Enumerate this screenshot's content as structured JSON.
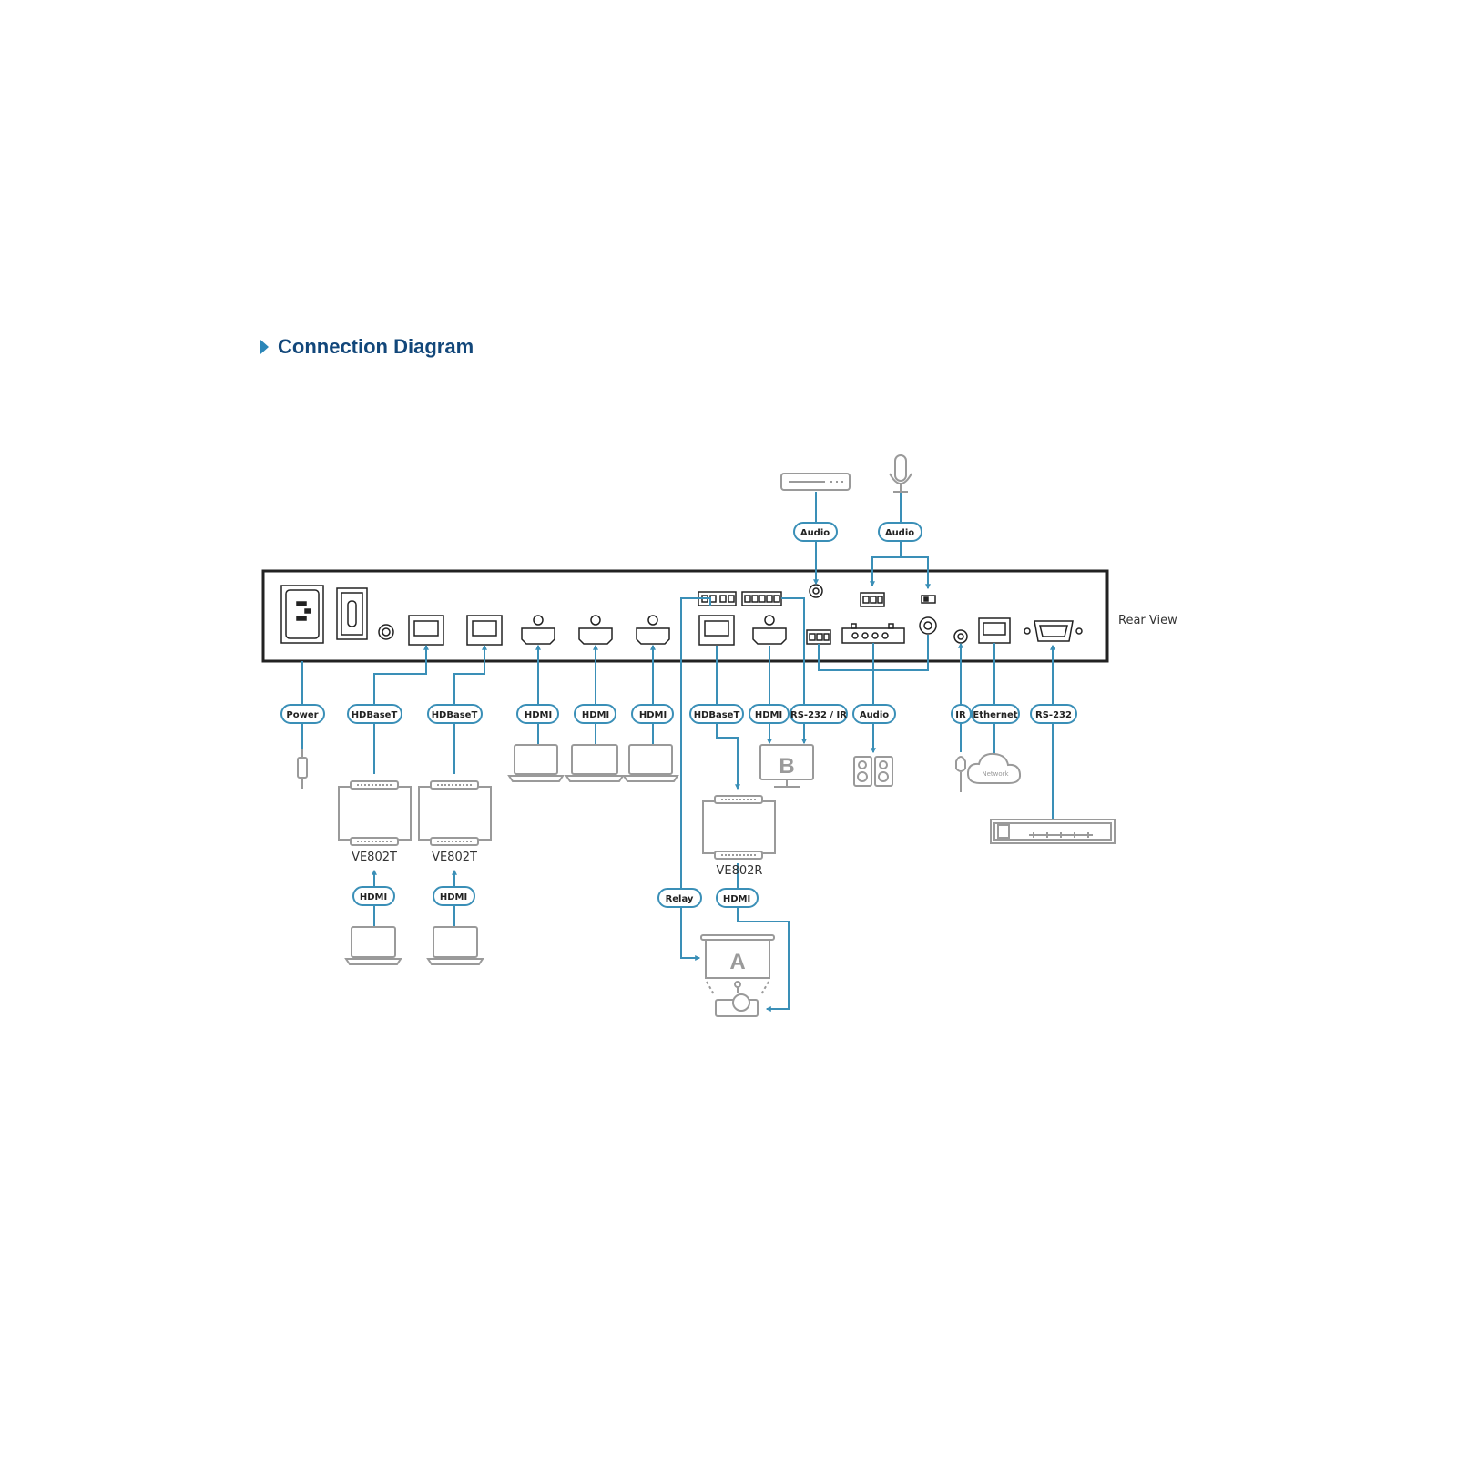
{
  "page": {
    "title": "Connection Diagram",
    "rear_view_label": "Rear View"
  },
  "colors": {
    "accent": "#3a8fb7",
    "title": "#12477a",
    "device_outline": "#9a9a9a",
    "panel_outline": "#222222"
  },
  "labels": {
    "power": "Power",
    "hdbaset_1": "HDBaseT",
    "hdbaset_2": "HDBaseT",
    "hdmi_in_1": "HDMI",
    "hdmi_in_2": "HDMI",
    "hdmi_in_3": "HDMI",
    "hdbaset_out": "HDBaseT",
    "hdmi_out": "HDMI",
    "rs232_ir": "RS-232 / IR",
    "audio_out": "Audio",
    "ir": "IR",
    "ethernet": "Ethernet",
    "rs232": "RS-232",
    "audio_top_1": "Audio",
    "audio_top_2": "Audio",
    "tx_hdmi_1": "HDMI",
    "tx_hdmi_2": "HDMI",
    "relay": "Relay",
    "rx_hdmi": "HDMI"
  },
  "devices": {
    "transmitter_1": "VE802T",
    "transmitter_2": "VE802T",
    "receiver": "VE802R",
    "display_b": "B",
    "display_a": "A",
    "network": "Network"
  },
  "icons": [
    "power-cord-icon",
    "laptop-icon",
    "monitor-icon",
    "speakers-icon",
    "ir-sensor-icon",
    "cloud-icon",
    "control-system-icon",
    "microphone-icon",
    "audio-player-icon",
    "projector-icon",
    "projection-screen-icon"
  ]
}
